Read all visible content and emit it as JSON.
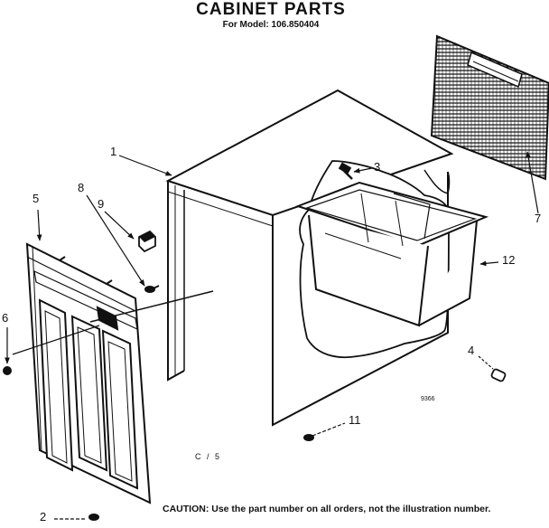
{
  "title": "CABINET PARTS",
  "subtitle": "For Model: 106.850404",
  "callouts": {
    "c1": "1",
    "c2": "2",
    "c3": "3",
    "c4": "4",
    "c5": "5",
    "c6": "6",
    "c7": "7",
    "c8": "8",
    "c9": "9",
    "c11": "11",
    "c12": "12"
  },
  "drawing_number": "9366",
  "page_mark": "C / 5",
  "caution": "CAUTION: Use the part number on all orders, not the illustration number.",
  "colors": {
    "ink": "#111111",
    "paper": "#ffffff"
  }
}
